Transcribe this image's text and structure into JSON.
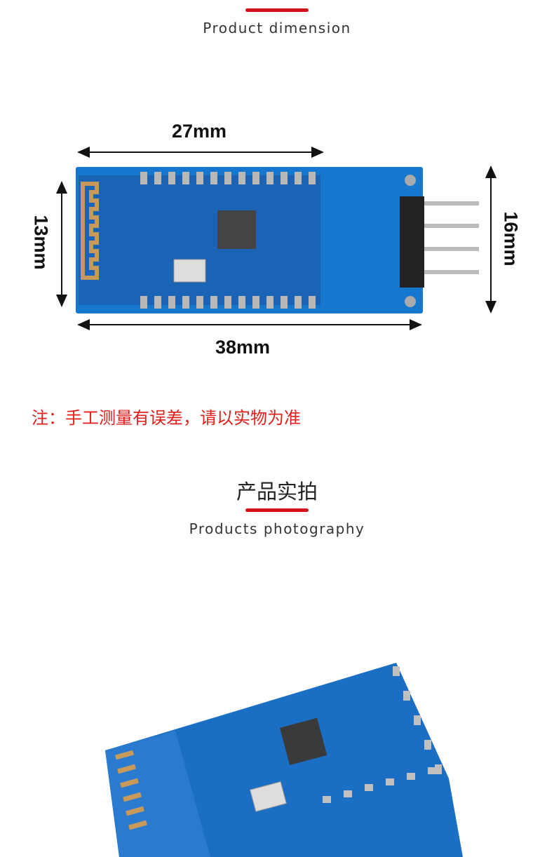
{
  "section1": {
    "title": "Product dimension",
    "accent": "#d3131b"
  },
  "dimensions": {
    "top": "27mm",
    "left": "13mm",
    "right": "16mm",
    "bottom": "38mm"
  },
  "note": "注：手工测量有误差，请以实物为准",
  "section2": {
    "title_cn": "产品实拍",
    "title_en": "Products photography"
  },
  "colors": {
    "pcb": "#1a6fc4",
    "note": "#e0201c"
  }
}
